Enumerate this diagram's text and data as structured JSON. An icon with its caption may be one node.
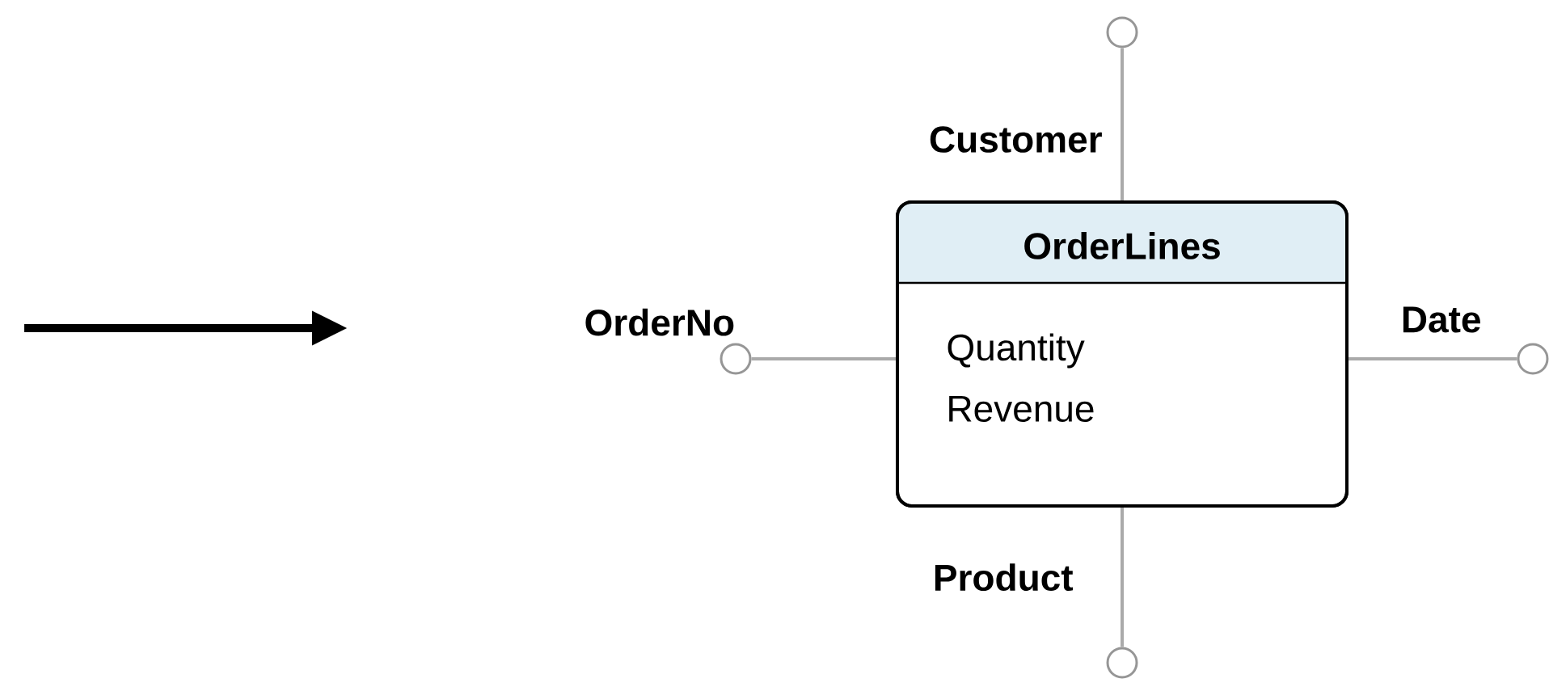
{
  "diagram": {
    "nodes": [
      {
        "text": [],
        "shape": "circle"
      },
      {
        "text": [],
        "shape": "circle"
      },
      {
        "text": [
          "OrderLines",
          "Quantity",
          "Revenue"
        ]
      },
      {
        "text": [],
        "shape": "circle"
      },
      {
        "text": [],
        "shape": "circle"
      }
    ],
    "edges": [
      {
        "from": 0,
        "to": 2,
        "arrow": "none",
        "label": "Customer"
      },
      {
        "from": 1,
        "to": 2,
        "arrow": "none",
        "label": "OrderNo"
      },
      {
        "from": 3,
        "to": 2,
        "arrow": "none",
        "label": "Date"
      },
      {
        "from": 4,
        "to": 2,
        "arrow": "none",
        "label": "Product"
      }
    ]
  }
}
